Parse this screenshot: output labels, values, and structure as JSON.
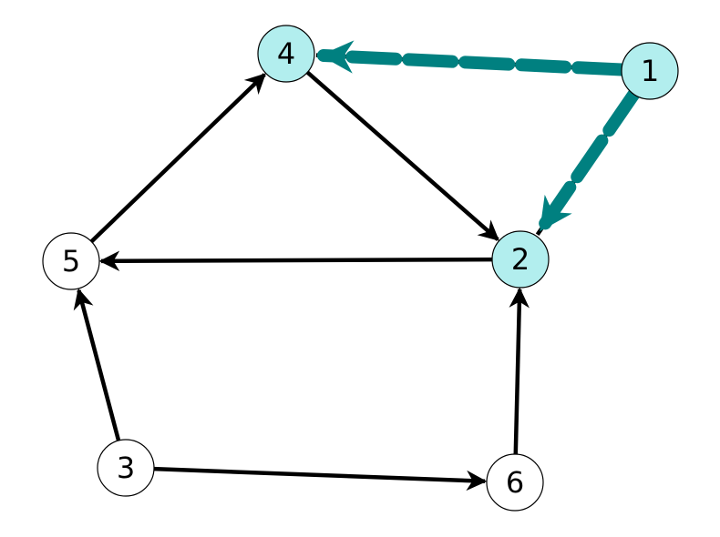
{
  "colors": {
    "highlight_node": "#b2eeee",
    "default_node": "#ffffff",
    "edge": "#000000",
    "highlight_edge": "#008080"
  },
  "nodes": [
    {
      "id": "1",
      "label": "1",
      "highlighted": true
    },
    {
      "id": "2",
      "label": "2",
      "highlighted": true
    },
    {
      "id": "3",
      "label": "3",
      "highlighted": false
    },
    {
      "id": "4",
      "label": "4",
      "highlighted": true
    },
    {
      "id": "5",
      "label": "5",
      "highlighted": false
    },
    {
      "id": "6",
      "label": "6",
      "highlighted": false
    }
  ],
  "edges": [
    {
      "from": "1",
      "to": "4",
      "highlighted": true
    },
    {
      "from": "1",
      "to": "2",
      "highlighted": true
    },
    {
      "from": "4",
      "to": "2",
      "highlighted": false
    },
    {
      "from": "2",
      "to": "5",
      "highlighted": false
    },
    {
      "from": "5",
      "to": "4",
      "highlighted": false
    },
    {
      "from": "3",
      "to": "5",
      "highlighted": false
    },
    {
      "from": "3",
      "to": "6",
      "highlighted": false
    },
    {
      "from": "6",
      "to": "2",
      "highlighted": false
    }
  ]
}
